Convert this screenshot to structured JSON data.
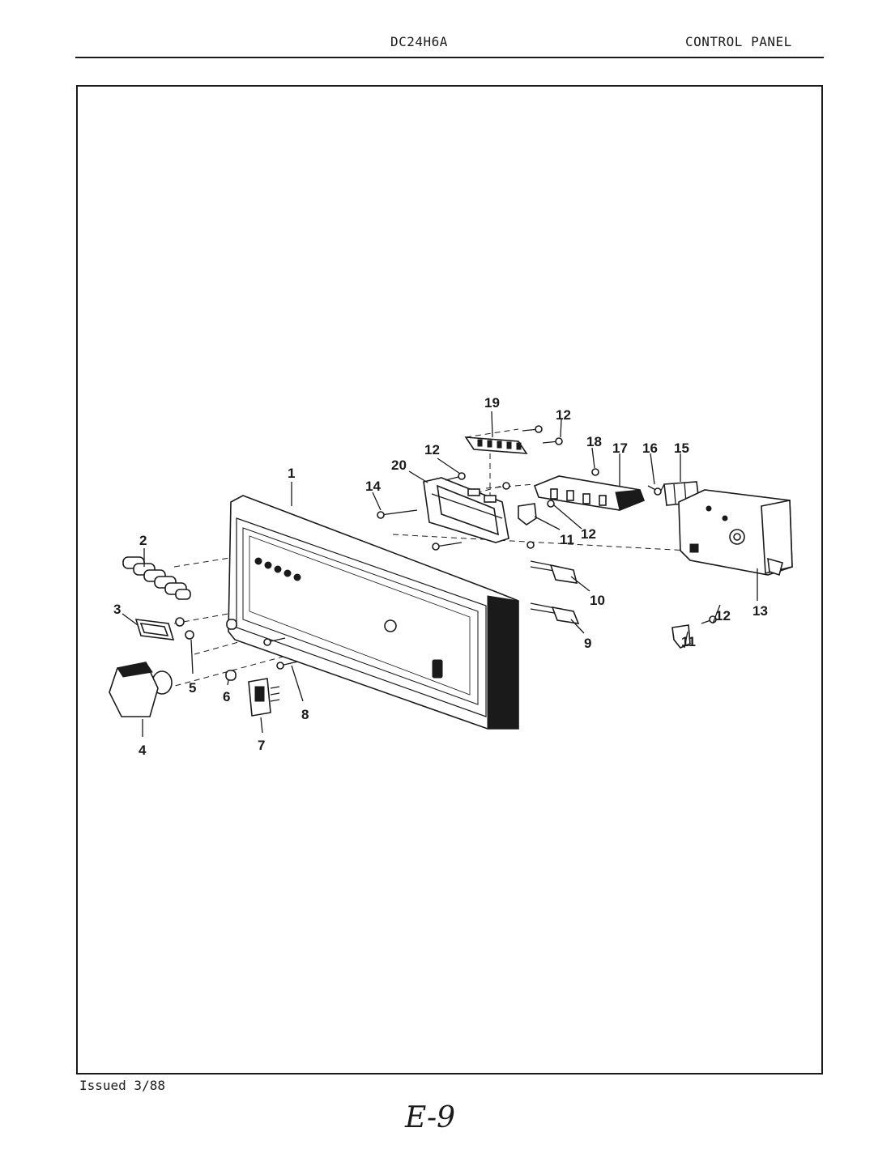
{
  "header": {
    "model": "DC24H6A",
    "section": "CONTROL PANEL"
  },
  "footer": {
    "issued": "Issued 3/88",
    "page_code": "E-9"
  },
  "callouts": [
    "1",
    "2",
    "3",
    "4",
    "5",
    "6",
    "7",
    "8",
    "9",
    "10",
    "11",
    "11",
    "12",
    "12",
    "12",
    "12",
    "13",
    "14",
    "15",
    "16",
    "17",
    "18",
    "19",
    "20"
  ]
}
